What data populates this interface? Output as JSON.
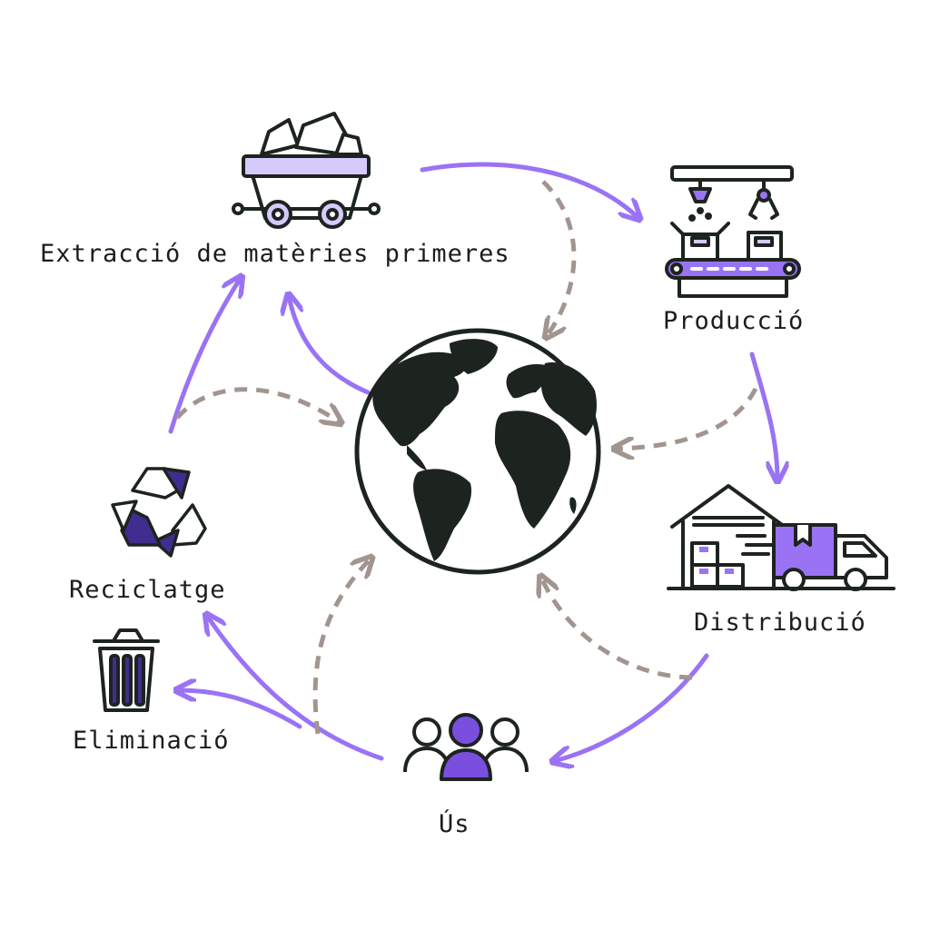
{
  "colors": {
    "accent": "#9a73f5",
    "accent_light": "#d6c9fb",
    "accent_dark": "#3f2d8f",
    "dashed": "#a29590",
    "ink": "#1d241f"
  },
  "stages": {
    "extraction": {
      "label": "Extracció de matèries primeres",
      "icon": "mine-cart-icon"
    },
    "production": {
      "label": "Producció",
      "icon": "factory-conveyor-icon"
    },
    "distribution": {
      "label": "Distribució",
      "icon": "warehouse-truck-icon"
    },
    "use": {
      "label": "Ús",
      "icon": "people-group-icon"
    },
    "recycling": {
      "label": "Reciclatge",
      "icon": "recycle-icon"
    },
    "disposal": {
      "label": "Eliminació",
      "icon": "trash-bin-icon"
    },
    "center": {
      "icon": "globe-icon"
    }
  }
}
